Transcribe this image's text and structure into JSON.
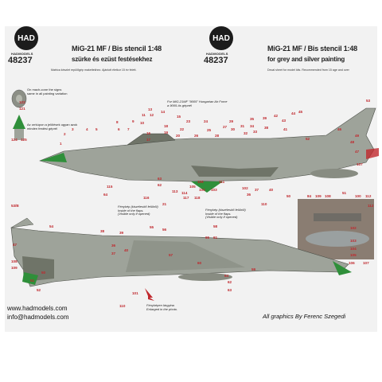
{
  "left_header": {
    "logo_text": "HAD",
    "brand": "HADMODELS",
    "catalog": "48237",
    "title": "MiG-21 MF / Bis stencil  1:48",
    "subtitle": "szürke és ezüst festésekhez",
    "note": "Matrica készlet repülőgép makettekhez. Ajánlott életkor 15 év felett."
  },
  "right_header": {
    "logo_text": "HAD",
    "brand": "HADMODELS",
    "catalog": "48237",
    "title": "MiG-21 MF / Bis stencil  1:48",
    "subtitle": "for grey and silver painting",
    "note": "Decal sheet for model kits. Recommended from 15 age and over"
  },
  "nose_cone_note": {
    "line1": "On mach-cone the signs",
    "line2": "same in all painting variation",
    "line3": "Az orrkúpon a jelölések ugyan azok",
    "line4": "minden festési géprél",
    "labels": [
      "122",
      "121",
      "124",
      "125"
    ]
  },
  "hungarian_note": {
    "line1": "For MiG-21MF \"9005\" Hungarian Air Force",
    "line2": "a 9005-ös gépnél"
  },
  "flaps_note_left": {
    "line1": "Fénykép (kiszélesítő felülről)",
    "line2": "Inside of the flaps.",
    "line3": "(Visible only if opened)"
  },
  "flaps_note_right": {
    "line1": "Fénykép (kiszélesítő felülről)",
    "line2": "Inside of the flaps.",
    "line3": "(Visible only if opened)"
  },
  "photo_note": {
    "line1": "Fényképen lárgyina",
    "line2": "Enlarged in the photo."
  },
  "top_view_numbers": [
    "1",
    "2",
    "3",
    "4",
    "5",
    "6",
    "7",
    "8",
    "9",
    "10",
    "11",
    "12",
    "13",
    "14",
    "15",
    "16",
    "17",
    "18",
    "19",
    "20",
    "21",
    "22",
    "23",
    "24",
    "25",
    "26",
    "27",
    "28",
    "29",
    "30",
    "31",
    "32",
    "33",
    "34",
    "35",
    "36",
    "37",
    "38",
    "39",
    "40",
    "41",
    "42",
    "43",
    "44",
    "45",
    "46",
    "47",
    "48",
    "49",
    "50",
    "51",
    "52",
    "53",
    "62",
    "63",
    "64",
    "84",
    "100",
    "102",
    "103",
    "104",
    "105",
    "106",
    "107",
    "108",
    "109",
    "110",
    "111",
    "112",
    "113",
    "114",
    "115",
    "116",
    "117",
    "118",
    "119",
    "120",
    "123",
    "126",
    "127",
    "128"
  ],
  "bottom_view_numbers": [
    "53/B",
    "54",
    "55",
    "56",
    "57",
    "58",
    "59",
    "60",
    "61",
    "62",
    "63",
    "64",
    "65",
    "36",
    "37",
    "38",
    "39",
    "40",
    "47",
    "50",
    "51",
    "52",
    "101",
    "102",
    "103",
    "104",
    "105",
    "106",
    "107",
    "108",
    "109",
    "110",
    "112",
    "114"
  ],
  "footer": {
    "website": "www.hadmodels.com",
    "email": "info@hadmodels.com",
    "credit": "All graphics By Ferenc Szegedi"
  },
  "colors": {
    "camo_grey": "#9ea39a",
    "camo_dark": "#6f7468",
    "radome_green": "#2f8f3a",
    "stencil_red": "#c0282d",
    "sheet_bg": "#f2f2f2"
  }
}
